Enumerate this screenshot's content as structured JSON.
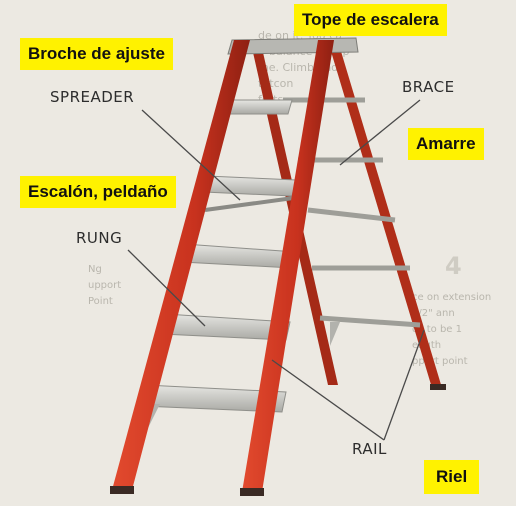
{
  "labels_es": {
    "tope": "Tope de escalera",
    "broche": "Broche de ajuste",
    "amarre": "Amarre",
    "escalon": "Escalón, peldaño",
    "riel": "Riel"
  },
  "labels_en": {
    "spreader": "SPREADER",
    "brace": "BRACE",
    "rung": "RUNG",
    "rail": "RAIL"
  },
  "background_text": {
    "top_right": "de on it. You ca\nir balance or slip\nme. Climb and\ntutcon\nforts",
    "step_heading": "4",
    "side_left": "Ng\nupport\nPoint",
    "right_paragraph": "ce on extension\n1/2\" ann\nds to be 1\nength\npport point"
  },
  "colors": {
    "label_bg": "#fff200",
    "rail": "#c8321e",
    "rail_shade": "#8e2012",
    "step": "#c9c9c4",
    "step_edge": "#8f8f8a"
  }
}
